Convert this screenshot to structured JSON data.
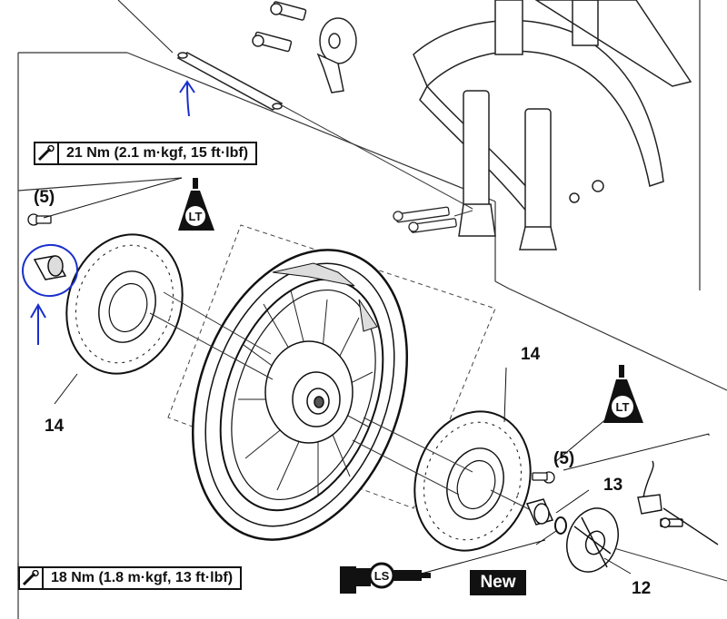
{
  "torque_specs": [
    {
      "id": "upper",
      "text": "21 Nm (2.1 m·kgf, 15 ft·lbf)"
    },
    {
      "id": "lower",
      "text": "18 Nm (1.8 m·kgf, 13 ft·lbf)"
    }
  ],
  "callouts": {
    "bolt_left": "(5)",
    "bolt_right": "(5)",
    "disc_left": "14",
    "disc_right": "14",
    "spacer": "13",
    "hub_cover": "12"
  },
  "badges": {
    "new": "New",
    "locktite": "LT",
    "lithium_grease": "LS"
  },
  "icons": [
    "torque-wrench-icon",
    "locktite-bottle-icon",
    "grease-gun-icon"
  ],
  "annotation_color": "#1a2fcc"
}
